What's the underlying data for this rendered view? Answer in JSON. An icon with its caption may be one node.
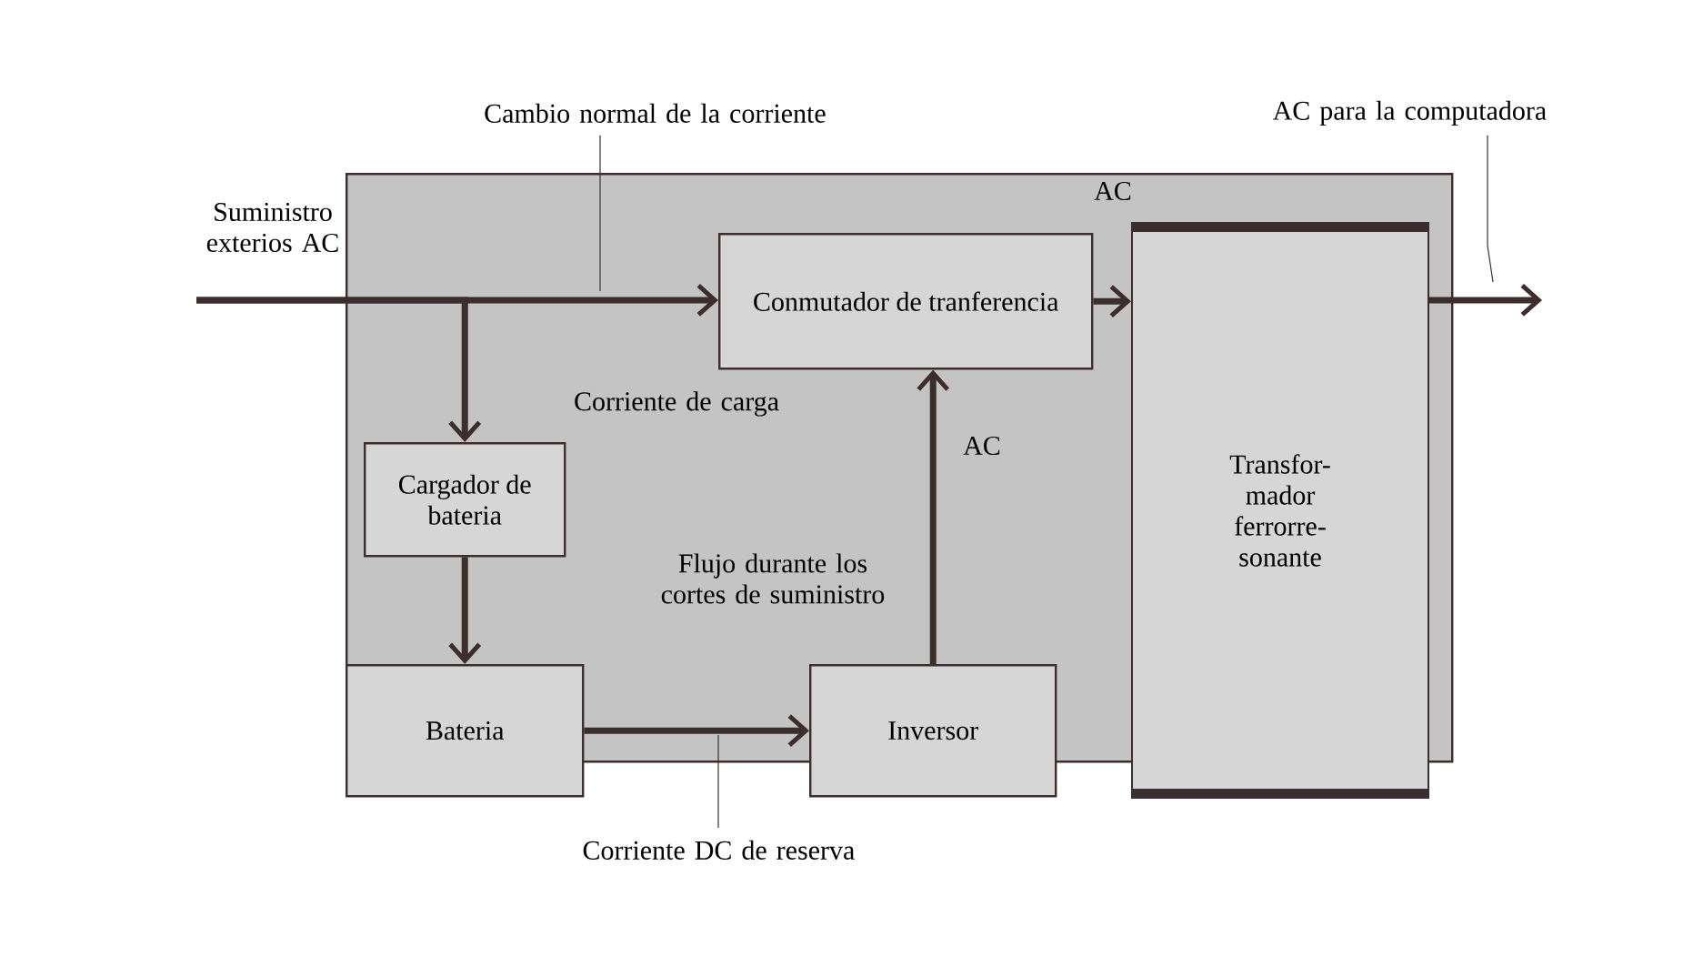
{
  "diagram": {
    "nodes": [
      {
        "text": [],
        "shape": "box"
      },
      {
        "text": [
          "Cambio normal de la corriente"
        ]
      },
      {
        "text": [
          "AC para la computadora"
        ]
      },
      {
        "text": [
          "Conmutador de tranferencia"
        ],
        "in": 0
      },
      {
        "text": [
          "Transfor- mador ferrorre- sonante"
        ]
      },
      {
        "text": [
          "Cargador de bateria"
        ],
        "in": 0
      },
      {
        "text": [
          "Bateria"
        ]
      },
      {
        "text": [
          "Inversor"
        ]
      },
      {
        "text": [
          "Corriente DC de reserva"
        ]
      }
    ],
    "edges": [
      {
        "from": null,
        "to": 3,
        "arrow": "to",
        "label": "Suministro exterios AC"
      },
      {
        "from": null,
        "to": 5,
        "arrow": "to",
        "label": "Corriente de carga"
      },
      {
        "from": 5,
        "to": 6,
        "arrow": "to"
      },
      {
        "from": 6,
        "to": 7,
        "arrow": "to"
      },
      {
        "from": 7,
        "to": 3,
        "arrow": "to",
        "label": "AC"
      },
      {
        "from": 3,
        "to": 4,
        "arrow": "to",
        "label": "AC"
      },
      {
        "from": 4,
        "to": null,
        "arrow": "to"
      },
      {
        "from": 1,
        "to": null,
        "arrow": "none"
      },
      {
        "from": 2,
        "to": null,
        "arrow": "none"
      },
      {
        "from": 8,
        "to": null,
        "arrow": "none"
      }
    ],
    "labels": [
      "Flujo durante los cortes de suministro"
    ]
  }
}
